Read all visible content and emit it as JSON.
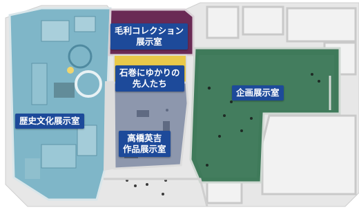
{
  "floor_map": {
    "rooms": [
      {
        "id": "mori",
        "lines": [
          "毛利コレクション",
          "展示室"
        ]
      },
      {
        "id": "ishinomaki",
        "lines": [
          "石巻にゆかりの",
          "先人たち"
        ]
      },
      {
        "id": "kikaku",
        "lines": [
          "企画展示室"
        ]
      },
      {
        "id": "rekishi",
        "lines": [
          "歴史文化展示室"
        ]
      },
      {
        "id": "takahashi",
        "lines": [
          "高橋英吉",
          "作品展示室"
        ]
      }
    ],
    "colors": {
      "label_bg": "#1d4a9a",
      "history_room": "#7fb6c8",
      "special_room": "#3f7a5a",
      "mori_room": "#6a2a55",
      "ishinomaki_room": "#e9c94a",
      "takahashi_room": "#8d97ad",
      "walls": "#e6e6e6"
    }
  }
}
